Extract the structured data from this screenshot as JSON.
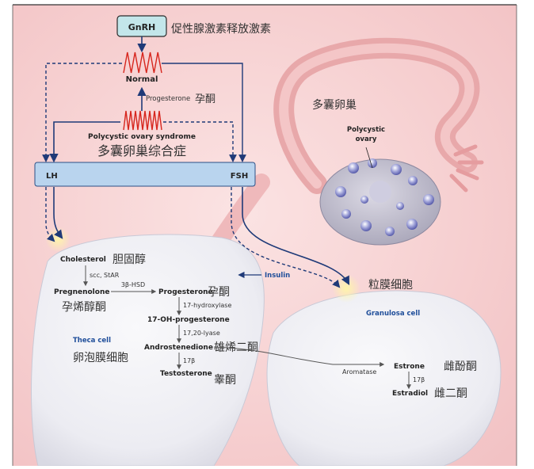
{
  "gnrh": {
    "label": "GnRH",
    "cn": "促性腺激素释放激素"
  },
  "normal": {
    "label": "Normal"
  },
  "progesterone_top": {
    "label": "Progesterone",
    "cn": "孕酮"
  },
  "pcos": {
    "label": "Polycystic ovary syndrome",
    "cn": "多囊卵巢综合症"
  },
  "ovary": {
    "cn": "多囊卵巢",
    "label_line1": "Polycystic",
    "label_line2": "ovary"
  },
  "bar": {
    "lh": "LH",
    "fsh": "FSH"
  },
  "insulin": {
    "label": "Insulin"
  },
  "granulosa": {
    "cn": "粒膜细胞",
    "label": "Granulosa cell"
  },
  "theca": {
    "label": "Theca cell",
    "cn": "卵泡膜细胞"
  },
  "pathway": {
    "cholesterol": "Cholesterol",
    "cholesterol_cn": "胆固醇",
    "scc": "scc, StAR",
    "pregnenolone": "Pregnenolone",
    "pregnenolone_cn": "孕烯醇酮",
    "hsd": "3β-HSD",
    "progesterone": "Progesterone",
    "progesterone_cn": "孕酮",
    "hydroxylase": "17-hydroxylase",
    "ohp": "17-OH-progesterone",
    "lyase": "17,20-lyase",
    "androstenedione": "Androstenedione",
    "androstenedione_cn": "雄烯二酮",
    "b17a": "17β",
    "testosterone": "Testosterone",
    "testosterone_cn": "睾酮",
    "aromatase": "Aromatase",
    "estrone": "Estrone",
    "estrone_cn": "雌酚酮",
    "b17b": "17β",
    "estradiol": "Estradiol",
    "estradiol_cn": "雌二酮"
  },
  "colors": {
    "arrow": "#1f3a78",
    "wave": "#d7261e",
    "bar": "#b9d4ee",
    "gnrh_box": "#c3e6ea",
    "label_blue": "#1f4e9a"
  }
}
